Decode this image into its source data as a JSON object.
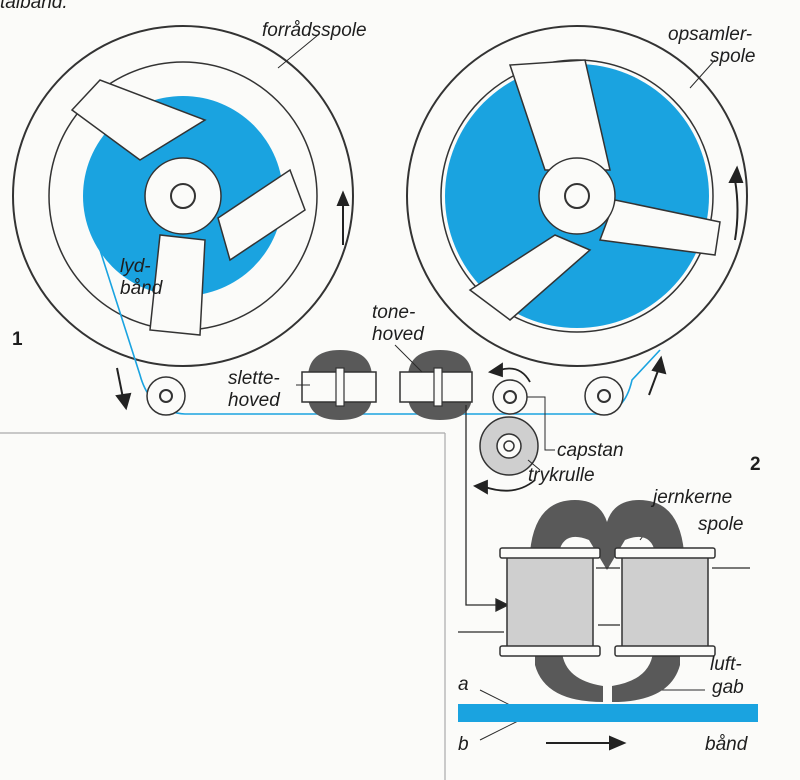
{
  "header_fragment": "talbånd.",
  "figure_numbers": {
    "one": "1",
    "two": "2"
  },
  "labels": {
    "supply_reel": "forrådsspole",
    "takeup_reel_line1": "opsamler-",
    "takeup_reel_line2": "spole",
    "tape_line1": "lyd-",
    "tape_line2": "bånd",
    "erase_head_line1": "slette-",
    "erase_head_line2": "hoved",
    "record_head_line1": "tone-",
    "record_head_line2": "hoved",
    "capstan": "capstan",
    "pinch_roller": "trykrulle",
    "iron_core": "jernkerne",
    "coil": "spole",
    "air_gap_line1": "luft-",
    "air_gap_line2": "gab",
    "point_a": "a",
    "point_b": "b",
    "tape_bottom": "bånd"
  },
  "colors": {
    "tape_blue": "#1aa3e0",
    "core_dark": "#595959",
    "coil_grey": "#cfcfcf",
    "line": "#2a2a2a"
  }
}
